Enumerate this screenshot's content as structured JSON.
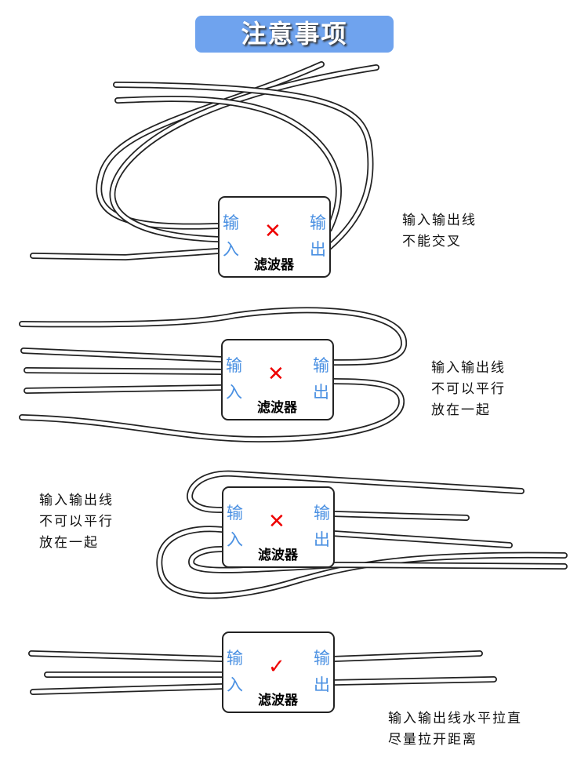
{
  "title": "注意事项",
  "filter_label": "滤波器",
  "input_label": [
    "输",
    "入"
  ],
  "output_label": [
    "输",
    "出"
  ],
  "panels": [
    {
      "mark": "✕",
      "note": [
        "输入输出线",
        "不能交叉"
      ]
    },
    {
      "mark": "✕",
      "note": [
        "输入输出线",
        "不可以平行",
        "放在一起"
      ]
    },
    {
      "mark": "✕",
      "note": [
        "输入输出线",
        "不可以平行",
        "放在一起"
      ]
    },
    {
      "mark": "✓",
      "note": [
        "输入输出线水平拉直",
        "尽量拉开距离"
      ]
    }
  ],
  "colors": {
    "title_bg": "#6fa3ee",
    "label": "#4a90e2",
    "wrong": "#e00000"
  }
}
